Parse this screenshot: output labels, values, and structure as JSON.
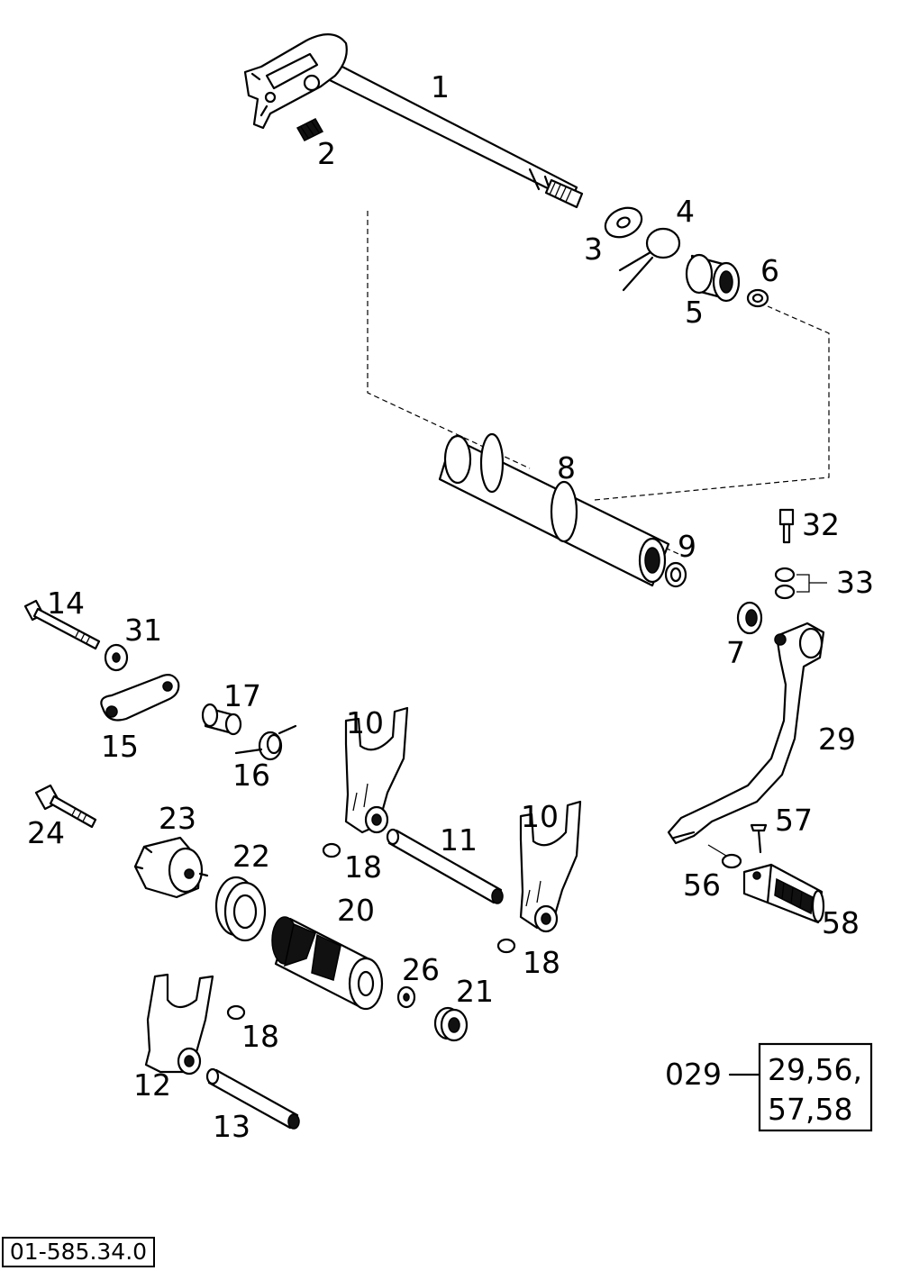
{
  "callouts": [
    "1",
    "2",
    "3",
    "4",
    "5",
    "6",
    "8",
    "9",
    "32",
    "33",
    "7",
    "29",
    "14",
    "31",
    "15",
    "17",
    "16",
    "10",
    "10",
    "11",
    "18",
    "18",
    "18",
    "24",
    "23",
    "22",
    "20",
    "26",
    "21",
    "12",
    "13",
    "57",
    "56",
    "58"
  ],
  "kit": {
    "code": "029",
    "parts_line1": "29,56,",
    "parts_line2": "57,58"
  },
  "drawing_code": "01-585.34.0"
}
